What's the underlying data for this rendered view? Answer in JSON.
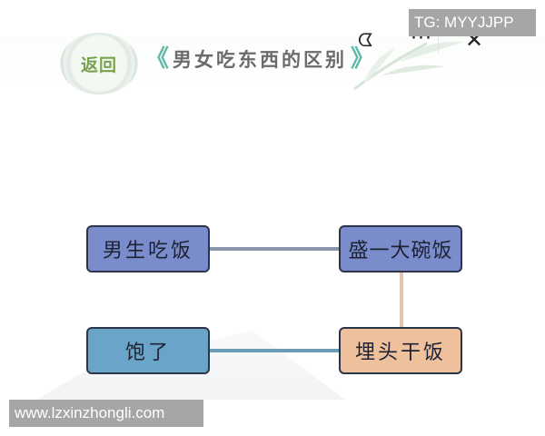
{
  "header": {
    "back_label": "返回",
    "title": "男女吃东西的区别",
    "title_left_arrow": "《",
    "title_right_arrow": "》"
  },
  "capsule": {
    "game_icon": "pacman-icon",
    "more_label": "···",
    "close_label": "✕"
  },
  "overlay": {
    "tg_watermark": "TG: MYYJJPP",
    "site_watermark": "www.lzxinzhongli.com"
  },
  "nodes": [
    {
      "label": "男生吃饭",
      "color": "#7a8ccc"
    },
    {
      "label": "盛一大碗饭",
      "color": "#7a8ccc"
    },
    {
      "label": "饱了",
      "color": "#6aa4c8"
    },
    {
      "label": "埋头干饭",
      "color": "#eec19c"
    }
  ],
  "connections": [
    {
      "from": "男生吃饭",
      "to": "盛一大碗饭",
      "color": "#8a94ad"
    },
    {
      "from": "盛一大碗饭",
      "to": "埋头干饭",
      "color": "#e6c3af"
    },
    {
      "from": "埋头干饭",
      "to": "饱了",
      "color": "#6a9cb8"
    }
  ]
}
